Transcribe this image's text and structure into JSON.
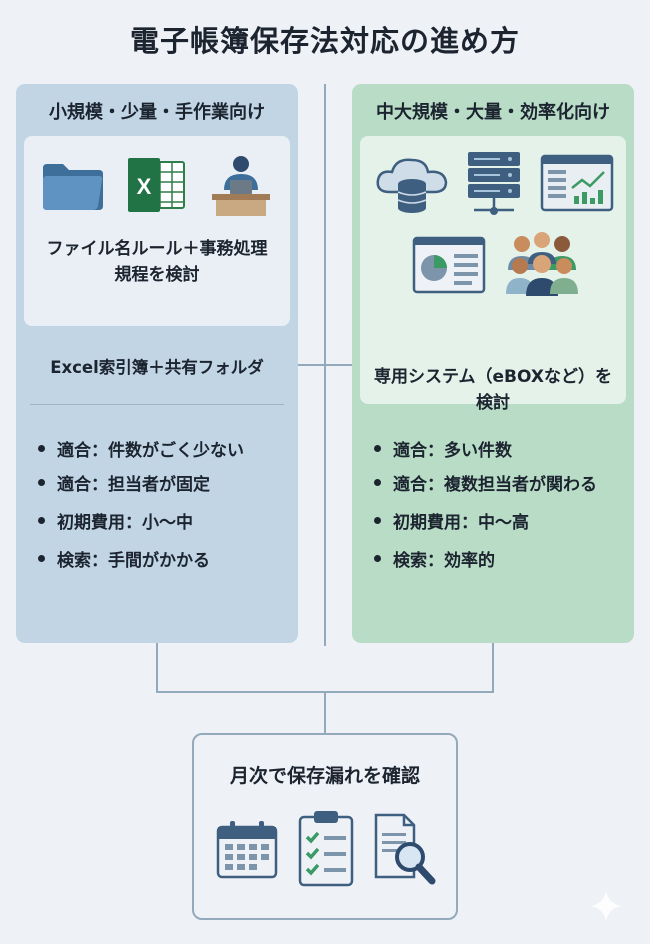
{
  "title": "電子帳簿保存法対応の進め方",
  "left": {
    "heading": "小規模・少量・手作業向け",
    "method_line1": "ファイル名ルール＋事務処理",
    "method_line2": "規程を検討",
    "tool": "Excel索引簿＋共有フォルダ",
    "bullets": [
      "適合：件数がごく少ない",
      "適合：担当者が固定",
      "初期費用：小〜中",
      "検索：手間がかかる"
    ],
    "icons": [
      "folder-icon",
      "excel-icon",
      "person-at-laptop-icon"
    ]
  },
  "right": {
    "heading": "中大規模・大量・効率化向け",
    "method_line1": "専用システム（eBOXなど）を",
    "method_line2": "検討",
    "bullets": [
      "適合：多い件数",
      "適合：複数担当者が関わる",
      "初期費用：中〜高",
      "検索：効率的"
    ],
    "icons": [
      "cloud-database-icon",
      "server-rack-icon",
      "dashboard-icon",
      "report-chart-icon",
      "team-icon"
    ]
  },
  "bottom": {
    "label": "月次で保存漏れを確認",
    "icons": [
      "calendar-icon",
      "checklist-icon",
      "document-search-icon"
    ]
  },
  "colors": {
    "background": "#eef1f5",
    "left_panel": "#c2d5e4",
    "right_panel": "#b9dcc6",
    "connector": "#93a9bc"
  }
}
